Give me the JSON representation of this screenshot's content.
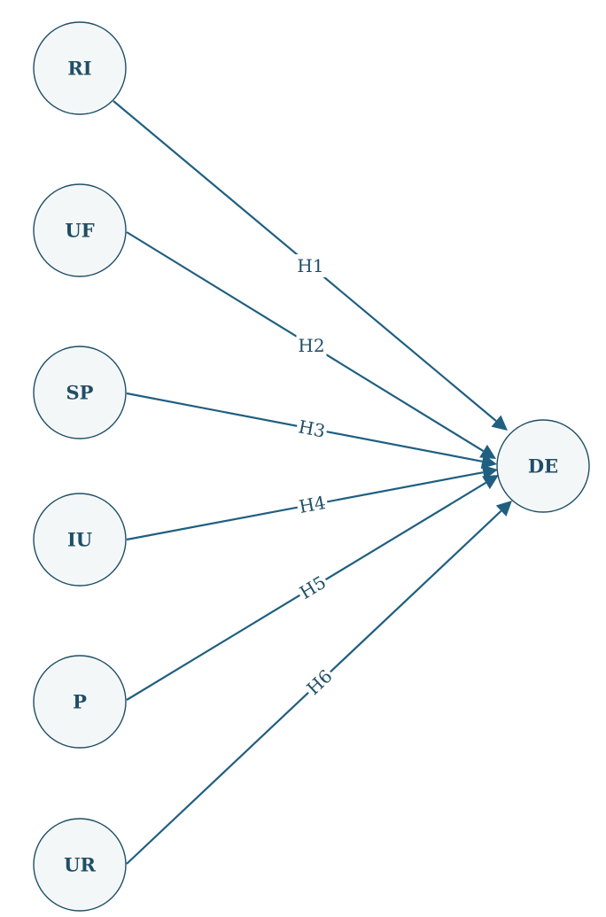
{
  "diagram": {
    "nodes": [
      {
        "id": "RI",
        "label": "RI"
      },
      {
        "id": "UF",
        "label": "UF"
      },
      {
        "id": "SP",
        "label": "SP"
      },
      {
        "id": "IU",
        "label": "IU"
      },
      {
        "id": "P",
        "label": "P"
      },
      {
        "id": "UR",
        "label": "UR"
      },
      {
        "id": "DE",
        "label": "DE"
      }
    ],
    "edges": [
      {
        "from": "RI",
        "to": "DE",
        "label": "H1"
      },
      {
        "from": "UF",
        "to": "DE",
        "label": "H2"
      },
      {
        "from": "SP",
        "to": "DE",
        "label": "H3"
      },
      {
        "from": "IU",
        "to": "DE",
        "label": "H4"
      },
      {
        "from": "P",
        "to": "DE",
        "label": "H5"
      },
      {
        "from": "UR",
        "to": "DE",
        "label": "H6"
      }
    ],
    "colors": {
      "line": "#1f5f80",
      "node_stroke": "#1f4e66",
      "node_fill": "#f4f7f8",
      "text": "#1f4e66"
    }
  }
}
